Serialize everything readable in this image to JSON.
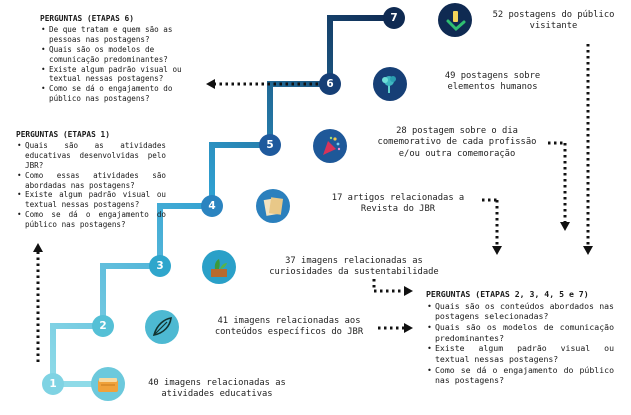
{
  "steps": [
    {
      "num": "1",
      "text": "40 imagens relacionadas as atividades educativas",
      "icon": "book-icon",
      "color": "#7fd3e3"
    },
    {
      "num": "2",
      "text": "41 imagens relacionadas aos conteúdos específicos do JBR",
      "icon": "leaf-icon",
      "color": "#55c0d6"
    },
    {
      "num": "3",
      "text": "37 imagens relacionadas as curiosidades da sustentabilidade",
      "icon": "plant-crate-icon",
      "color": "#2fa6cc"
    },
    {
      "num": "4",
      "text": "17 artigos relacionadas a Revista do JBR",
      "icon": "magazine-icon",
      "color": "#2b84c0"
    },
    {
      "num": "5",
      "text": "28 postagem sobre o dia comemorativo de cada profissão e/ou outra comemoração",
      "icon": "party-popper-icon",
      "color": "#1f5a9d"
    },
    {
      "num": "6",
      "text": "49 postagens sobre elementos humanos",
      "icon": "head-tree-icon",
      "color": "#163f76"
    },
    {
      "num": "7",
      "text": "52 postagens do público visitante",
      "icon": "visitor-hand-icon",
      "color": "#0f2a52"
    }
  ],
  "questions_top": {
    "title": "PERGUNTAS (ETAPAS 6)",
    "items": [
      "De que tratam e quem são as pessoas nas postagens?",
      "Quais são os modelos de comunicação predominantes?",
      "Existe algum padrão visual ou textual nessas postagens?",
      "Como se dá o engajamento do público nas postagens?"
    ]
  },
  "questions_left": {
    "title": "PERGUNTAS (ETAPAS 1)",
    "items": [
      "Quais são as atividades educativas desenvolvidas pelo JBR?",
      "Como essas atividades são abordadas nas postagens?",
      "Existe algum padrão visual ou textual nessas postagens?",
      "Como se dá o engajamento do público nas postagens?"
    ]
  },
  "questions_right": {
    "title": "PERGUNTAS (ETAPAS 2, 3, 4, 5 e 7)",
    "items": [
      "Quais são os conteúdos abordados nas postagens selecionadas?",
      "Quais são os modelos de comunicação predominantes?",
      "Existe algum padrão visual ou textual nessas postagens?",
      "Como se dá o engajamento do público nas postagens?"
    ]
  }
}
